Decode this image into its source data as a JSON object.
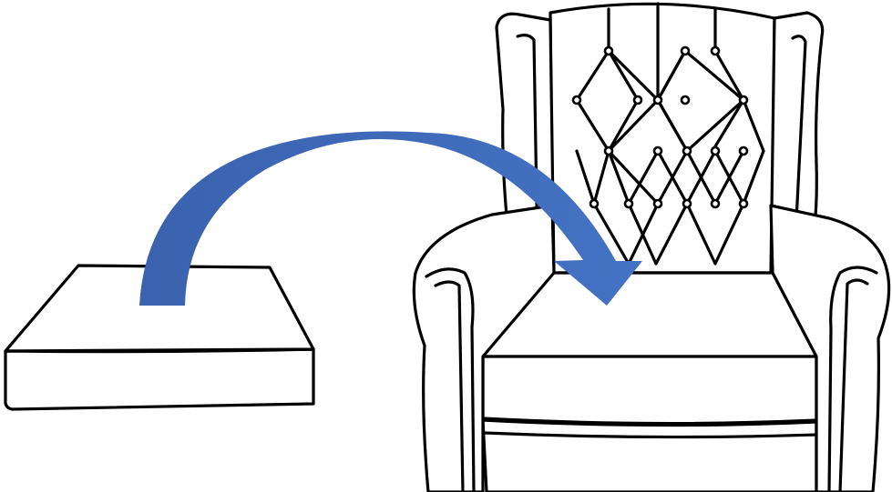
{
  "diagram": {
    "description_labels": [],
    "elements": [
      {
        "name": "seat-cushion",
        "icon": "cushion-icon"
      },
      {
        "name": "move-arrow",
        "icon": "curved-arrow-icon"
      },
      {
        "name": "armchair",
        "icon": "wingback-armchair-icon"
      }
    ]
  },
  "colors": {
    "arrow_fill": "#4472c4",
    "arrow_fill_dark": "#3a62ad",
    "line": "#000000",
    "background": "#ffffff"
  }
}
